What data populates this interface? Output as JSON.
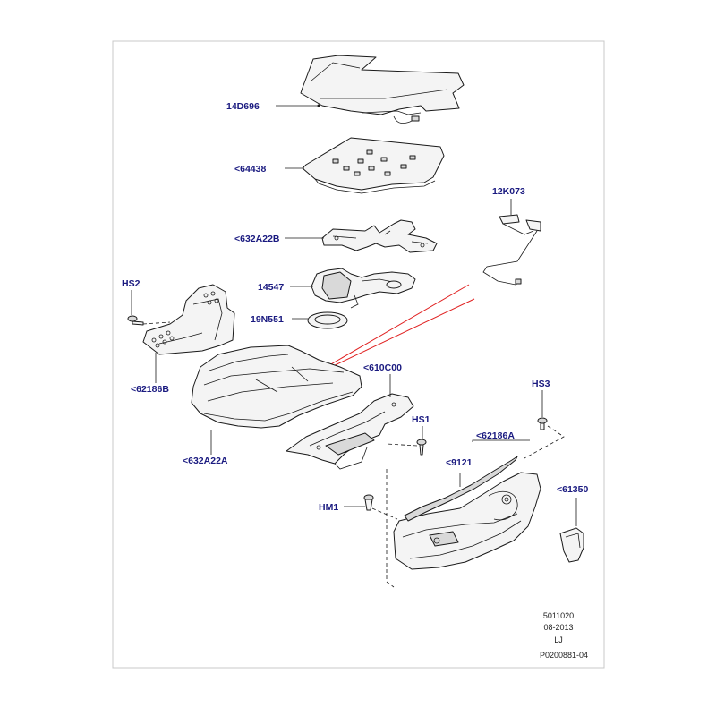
{
  "diagram": {
    "callouts": {
      "heater_mat": "14D696",
      "foam_pad_insert": "<64438",
      "lumbar_frame": "<632A22B",
      "sensor": "12K073",
      "motor_assembly": "14547",
      "seal_ring": "19N551",
      "screw_left": "HS2",
      "side_bracket": "<62186B",
      "cushion": "<632A22A",
      "frame_bracket": "<610C00",
      "screw_center": "HS1",
      "screw_right": "HS3",
      "side_shield": "<62186A",
      "trim_strip": "<9121",
      "clip": "HM1",
      "end_cap": "<61350"
    },
    "stamp": {
      "line1": "5011020",
      "line2": "08-2013",
      "line3": "LJ",
      "line4": "P0200881-04"
    }
  },
  "colors": {
    "callout_text": "#1a1a80",
    "line_art": "#1a1a1a",
    "indicator_lines": "#e02020"
  }
}
